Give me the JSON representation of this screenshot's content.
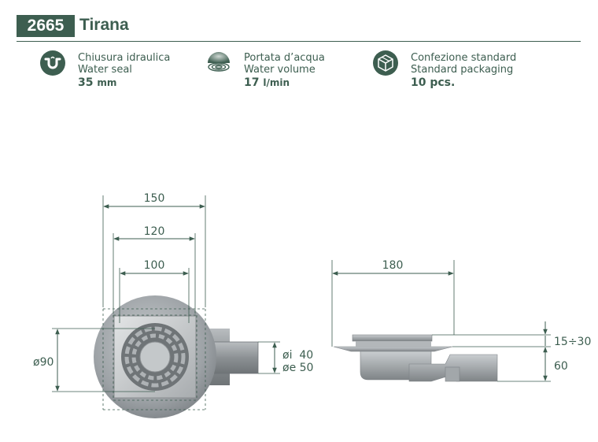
{
  "header": {
    "code": "2665",
    "name": "Tirana"
  },
  "specs": [
    {
      "icon": "water-seal-icon",
      "line1": "Chiusura idraulica",
      "line2": "Water seal",
      "value": "35",
      "unit": "mm"
    },
    {
      "icon": "water-volume-icon",
      "line1": "Portata d’acqua",
      "line2": "Water volume",
      "value": "17",
      "unit": "l/min"
    },
    {
      "icon": "packaging-icon",
      "line1": "Confezione standard",
      "line2": "Standard packaging",
      "value": "10 pcs.",
      "unit": ""
    }
  ],
  "dimensions": {
    "top_view": {
      "outer": "150",
      "middle": "120",
      "inner": "100",
      "diameter": "ø90",
      "inner_pipe": "øi  40",
      "outer_pipe": "øe 50"
    },
    "side_view": {
      "width": "180",
      "height_adjust": "15÷30",
      "body_height": "60"
    }
  },
  "colors": {
    "brand": "#3d5e50",
    "background": "#ffffff"
  }
}
